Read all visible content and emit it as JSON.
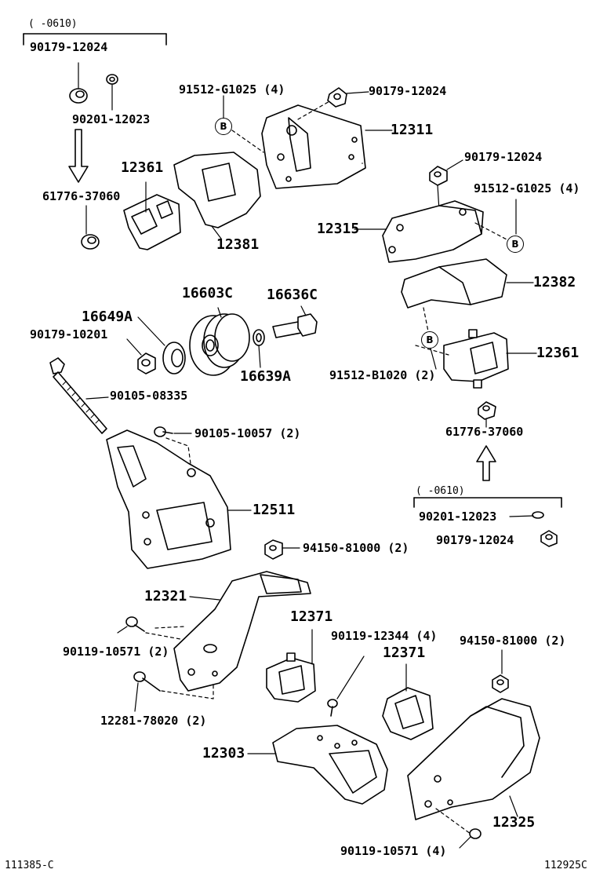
{
  "footer": {
    "left_code": "111385-C",
    "right_code": "112925C"
  },
  "notes": {
    "top_left_range": "(      -0610)",
    "right_range": "(      -0610)"
  },
  "callout_letter": "B",
  "labels": {
    "p90179_12024_a": "90179-12024",
    "p90201_12023_a": "90201-12023",
    "p61776_37060_a": "61776-37060",
    "p12361_a": "12361",
    "p12381": "12381",
    "p91512_g1025_a": "91512-G1025 (4)",
    "p90179_12024_b": "90179-12024",
    "p12311": "12311",
    "p90179_12024_c": "90179-12024",
    "p91512_g1025_b": "91512-G1025 (4)",
    "p12315": "12315",
    "p12382": "12382",
    "p16603c": "16603C",
    "p16636c": "16636C",
    "p16649a": "16649A",
    "p90179_10201": "90179-10201",
    "p16639a": "16639A",
    "p90105_08335": "90105-08335",
    "p90105_10057": "90105-10057 (2)",
    "p12511": "12511",
    "p12361_b": "12361",
    "p91512_b1020": "91512-B1020 (2)",
    "p61776_37060_b": "61776-37060",
    "p90201_12023_b": "90201-12023",
    "p90179_12024_d": "90179-12024",
    "p94150_81000_a": "94150-81000 (2)",
    "p12321": "12321",
    "p12371_a": "12371",
    "p90119_12344": "90119-12344 (4)",
    "p12371_b": "12371",
    "p94150_81000_b": "94150-81000 (2)",
    "p90119_10571_a": "90119-10571 (2)",
    "p12281_78020": "12281-78020 (2)",
    "p12303": "12303",
    "p12325": "12325",
    "p90119_10571_b": "90119-10571 (4)"
  }
}
